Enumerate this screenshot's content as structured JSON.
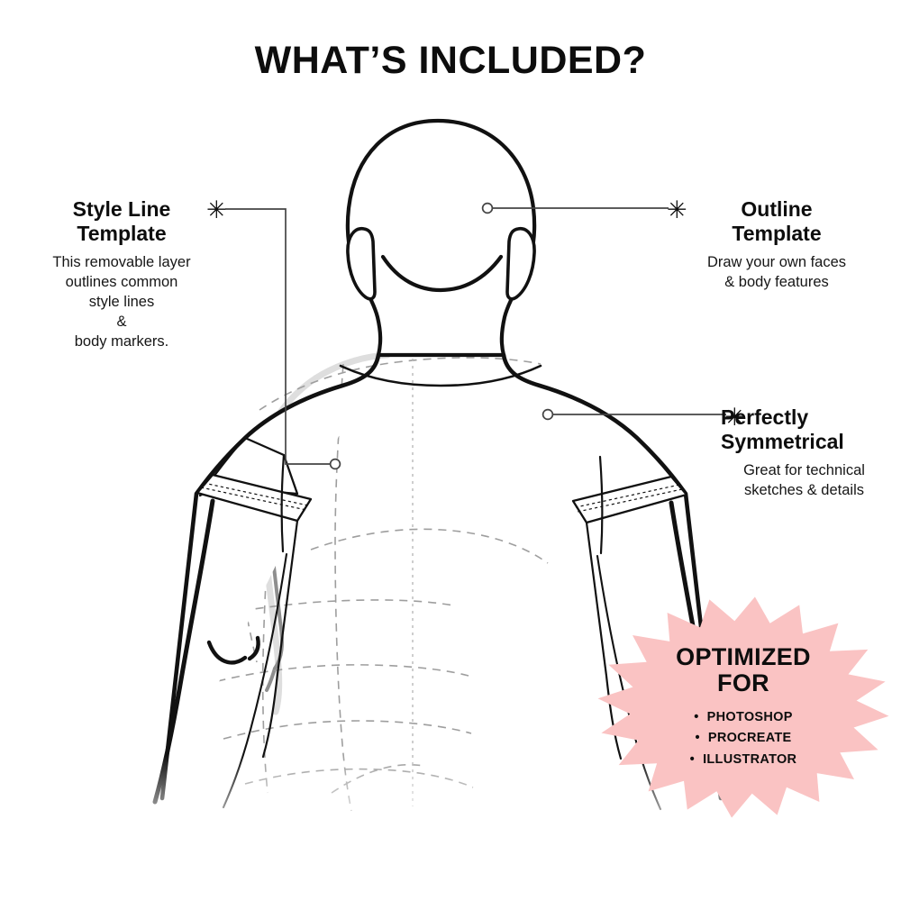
{
  "page": {
    "title": "WHAT’S INCLUDED?",
    "background_color": "#ffffff",
    "ink_color": "#0d0d0d"
  },
  "callouts": [
    {
      "id": "style-line",
      "marker": "✳",
      "heading_line1": "Style Line",
      "heading_line2": "Template",
      "body_lines": [
        "This removable layer",
        "outlines common",
        "style lines",
        "&",
        "body markers."
      ]
    },
    {
      "id": "outline",
      "marker": "✳",
      "heading_line1": "Outline",
      "heading_line2": "Template",
      "body_lines": [
        "Draw your own faces",
        "& body features"
      ]
    },
    {
      "id": "symmetrical",
      "marker": "✳",
      "heading_line1": "Perfectly",
      "heading_line2": "Symmetrical",
      "body_lines": [
        "Great for technical",
        "sketches & details"
      ]
    }
  ],
  "badge": {
    "title_line1": "OPTIMIZED",
    "title_line2": "FOR",
    "items": [
      "PHOTOSHOP",
      "PROCREATE",
      "ILLUSTRATOR"
    ],
    "fill_color": "#fac3c3",
    "points": 20
  },
  "figure": {
    "description": "rear-view male torso mannequin wearing a t-shirt",
    "outline_color": "#111111",
    "style_line_color": "#9a9a9a",
    "center_line_color": "#b5b5b5",
    "ghost_color": "#d8d8d8"
  }
}
